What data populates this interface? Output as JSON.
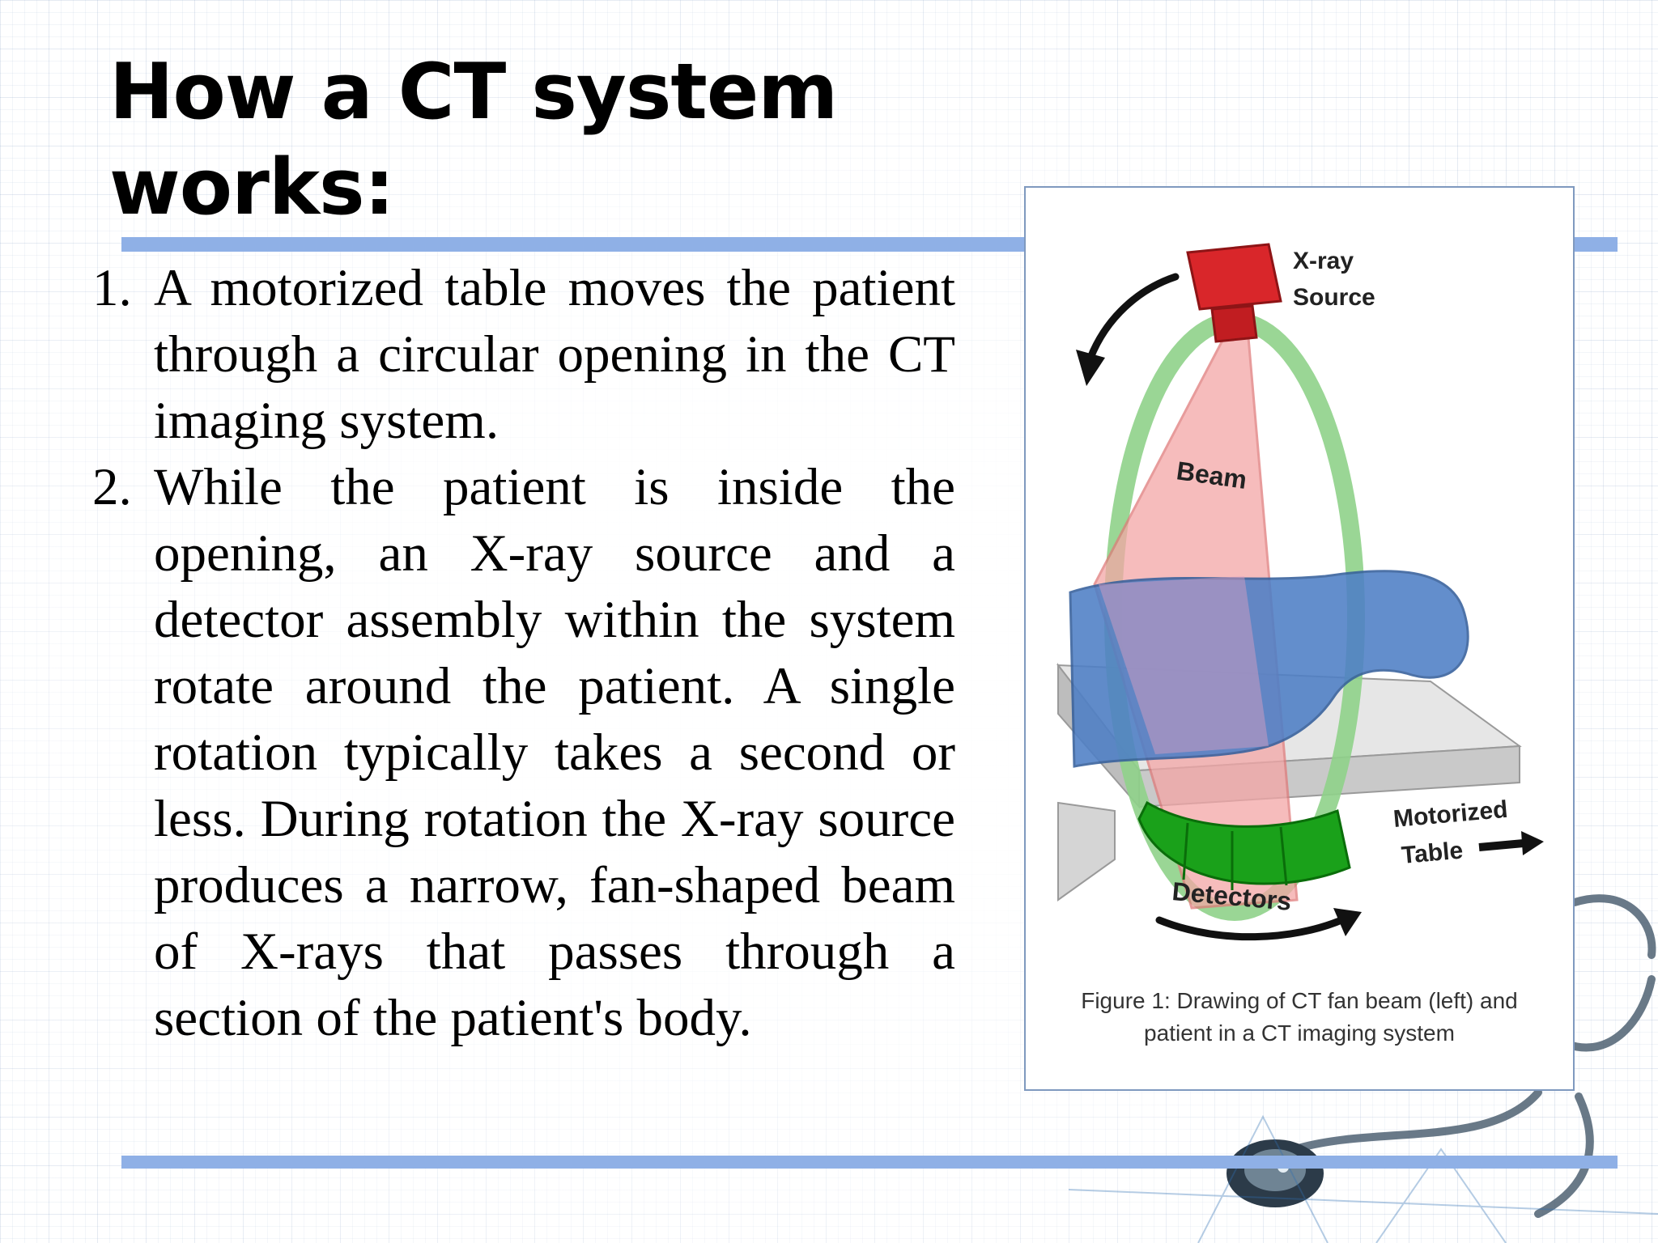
{
  "slide": {
    "title": "How a CT system works:",
    "steps": [
      {
        "number": "1.",
        "text": "A motorized table moves the patient through a circular opening in the CT imaging system."
      },
      {
        "number": "2.",
        "text": "While the patient is inside the opening, an X-ray source and a detector assembly within the system rotate around the patient. A single rotation typically takes a second or less. During rotation the X-ray source produces a narrow, fan-shaped beam of X-rays that passes through a section of the patient's body."
      }
    ]
  },
  "figure": {
    "labels": {
      "xray_line1": "X-ray",
      "xray_line2": "Source",
      "beam": "Beam",
      "detectors": "Detectors",
      "table_line1": "Motorized",
      "table_line2": "Table"
    },
    "caption_line1": "Figure 1: Drawing of CT fan beam (left) and",
    "caption_line2": "patient in a CT imaging system"
  },
  "colors": {
    "accent_rule": "#8fb0e6",
    "source": "#d9262a",
    "gantry": "#8fd18a",
    "beam": "#f4a6a6",
    "patient": "#4e7fc6",
    "detectors": "#1aa11a",
    "table": "#d8d8d8"
  }
}
